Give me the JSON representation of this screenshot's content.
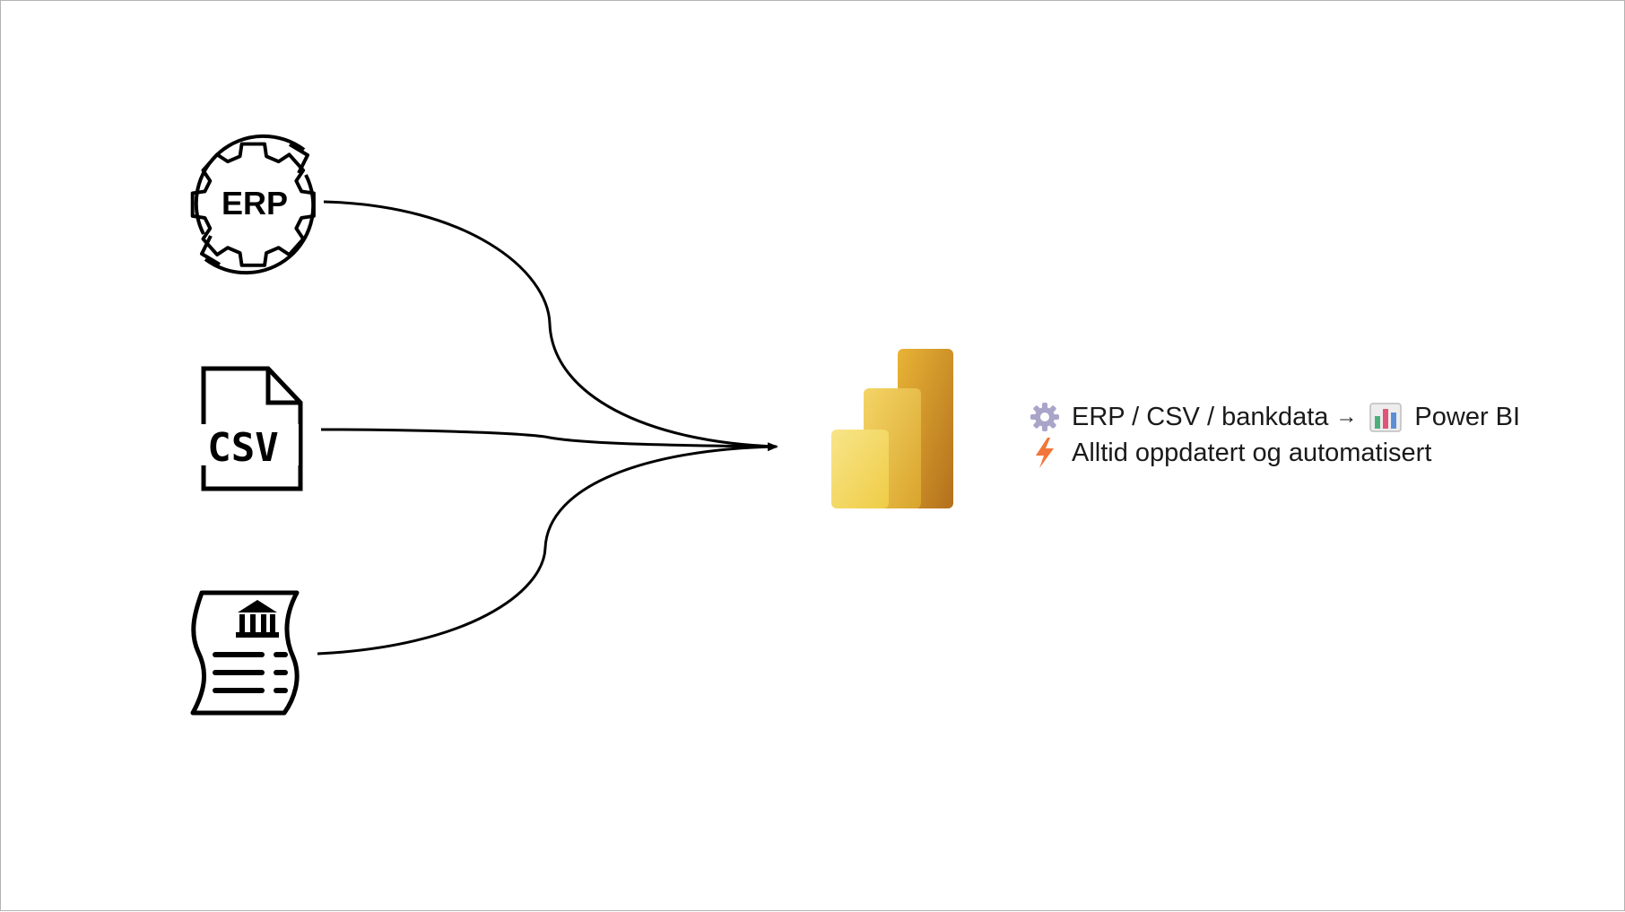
{
  "slide": {
    "sources": [
      {
        "name": "erp",
        "label": "ERP",
        "icon": "erp-gear-cycle-icon"
      },
      {
        "name": "csv",
        "label": "CSV",
        "icon": "csv-file-icon"
      },
      {
        "name": "bank",
        "label": "",
        "icon": "bank-statement-icon"
      }
    ],
    "target": {
      "icon": "power-bi-logo"
    },
    "caption": {
      "line1": {
        "icon": "gear-emoji-icon",
        "text": "ERP / CSV / bankdata",
        "arrow": "→",
        "chart_icon": "bar-chart-emoji-icon",
        "target_text": "Power BI"
      },
      "line2": {
        "icon": "lightning-emoji-icon",
        "text": "Alltid oppdatert og automatisert"
      }
    },
    "colors": {
      "powerbi_light": "#F2D75B",
      "powerbi_mid": "#E9B83A",
      "powerbi_dark": "#B9781D",
      "lightning": "#F2763A",
      "gear": "#A9A5C9",
      "outline": "#000000"
    }
  }
}
